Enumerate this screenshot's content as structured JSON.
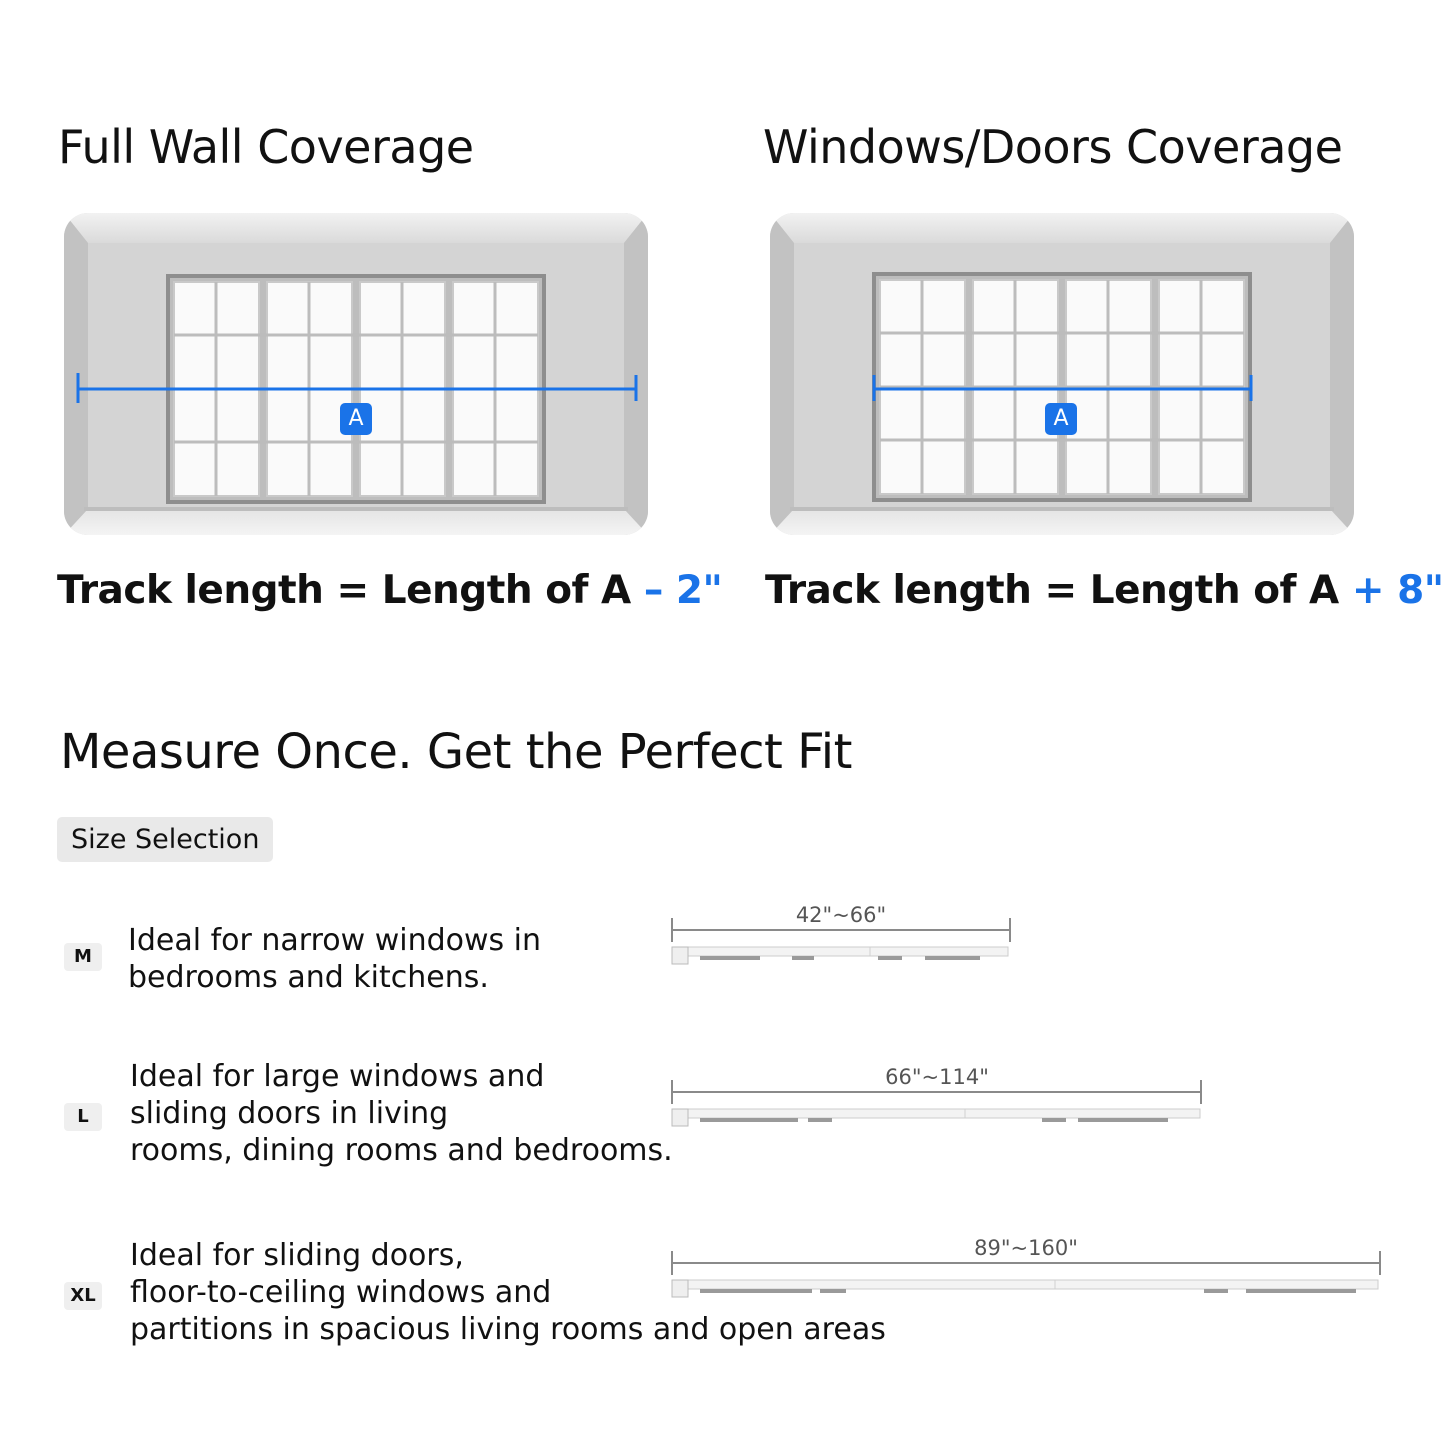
{
  "coverage": [
    {
      "title": "Full Wall Coverage",
      "marker": "A",
      "formula_prefix": "Track length = Length of A ",
      "formula_delta": "– 2\""
    },
    {
      "title": "Windows/Doors Coverage",
      "marker": "A",
      "formula_prefix": "Track length = Length of A ",
      "formula_delta": "+ 8\""
    }
  ],
  "headline": "Measure Once. Get the Perfect Fit",
  "size_selection_label": "Size Selection",
  "sizes": [
    {
      "tag": "M",
      "lines": [
        "Ideal for narrow windows in",
        "bedrooms and kitchens."
      ],
      "range": "42\"~66\""
    },
    {
      "tag": "L",
      "lines": [
        "Ideal for large windows and",
        "sliding doors in living",
        "rooms, dining rooms and bedrooms."
      ],
      "range": "66\"~114\""
    },
    {
      "tag": "XL",
      "lines": [
        "Ideal for sliding doors,",
        "floor-to-ceiling windows and",
        "partitions in spacious living rooms and open areas"
      ],
      "range": "89\"~160\""
    }
  ],
  "colors": {
    "accent_blue": "#1a73e8",
    "wall_gray": "#cfcfcf",
    "chip_gray": "#e9e9e9"
  }
}
